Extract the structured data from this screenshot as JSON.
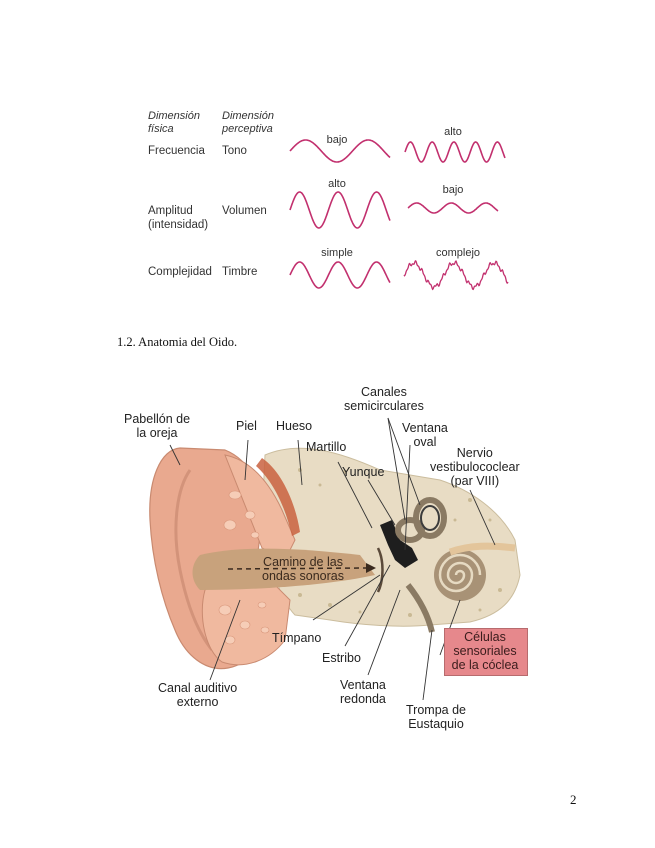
{
  "wave_table": {
    "headers": {
      "physical": [
        "Dimensión",
        "física"
      ],
      "perceptual": [
        "Dimensión",
        "perceptiva"
      ]
    },
    "rows": [
      {
        "physical": [
          "Frecuencia"
        ],
        "perceptual": "Tono",
        "left_label": "bajo",
        "right_label": "alto"
      },
      {
        "physical": [
          "Amplitud",
          "(intensidad)"
        ],
        "perceptual": "Volumen",
        "left_label": "alto",
        "right_label": "bajo"
      },
      {
        "physical": [
          "Complejidad"
        ],
        "perceptual": "Timbre",
        "left_label": "simple",
        "right_label": "complejo"
      }
    ],
    "wave_color": "#c2306e"
  },
  "section_heading": "1.2. Anatomia del Oido.",
  "ear_diagram": {
    "labels": {
      "pinna": [
        "Pabellón de",
        "la oreja"
      ],
      "skin": [
        "Piel"
      ],
      "bone": [
        "Hueso"
      ],
      "hammer": [
        "Martillo"
      ],
      "anvil": [
        "Yunque"
      ],
      "semicircular_canals": [
        "Canales",
        "semicirculares"
      ],
      "oval_window": [
        "Ventana",
        "oval"
      ],
      "vestibulocochlear_nerve": [
        "Nervio",
        "vestibulococlear",
        "(par VIII)"
      ],
      "sound_path": [
        "Camino de las",
        "ondas sonoras"
      ],
      "eardrum": [
        "Tímpano"
      ],
      "stirrup": [
        "Estribo"
      ],
      "round_window": [
        "Ventana",
        "redonda"
      ],
      "eustachian_tube": [
        "Trompa de",
        "Eustaquio"
      ],
      "cochlea_cells": [
        "Células",
        "sensoriales",
        "de la cóclea"
      ],
      "ear_canal": [
        "Canal auditivo",
        "externo"
      ]
    },
    "colors": {
      "skin": "#e9a98f",
      "bone": "#e8dcc4",
      "canal": "#c8a27c",
      "highlight": "#e6888c"
    }
  },
  "page_number": "2"
}
